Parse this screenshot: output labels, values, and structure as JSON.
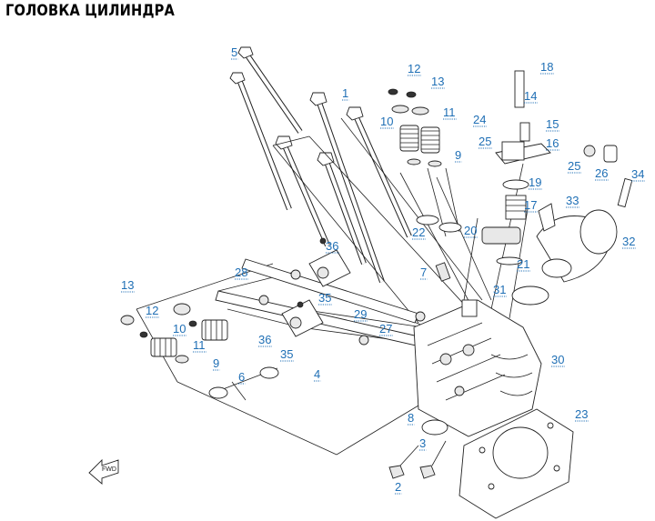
{
  "title": "ГОЛОВКА ЦИЛИНДРА",
  "callouts": [
    {
      "id": "c5",
      "text": "5"
    },
    {
      "id": "c1",
      "text": "1"
    },
    {
      "id": "c12a",
      "text": "12"
    },
    {
      "id": "c13a",
      "text": "13"
    },
    {
      "id": "c10a",
      "text": "10"
    },
    {
      "id": "c11a",
      "text": "11"
    },
    {
      "id": "c9a",
      "text": "9"
    },
    {
      "id": "c18",
      "text": "18"
    },
    {
      "id": "c14",
      "text": "14"
    },
    {
      "id": "c24",
      "text": "24"
    },
    {
      "id": "c15",
      "text": "15"
    },
    {
      "id": "c25a",
      "text": "25"
    },
    {
      "id": "c16",
      "text": "16"
    },
    {
      "id": "c25b",
      "text": "25"
    },
    {
      "id": "c26",
      "text": "26"
    },
    {
      "id": "c34",
      "text": "34"
    },
    {
      "id": "c19",
      "text": "19"
    },
    {
      "id": "c17",
      "text": "17"
    },
    {
      "id": "c33",
      "text": "33"
    },
    {
      "id": "c22",
      "text": "22"
    },
    {
      "id": "c20",
      "text": "20"
    },
    {
      "id": "c32",
      "text": "32"
    },
    {
      "id": "c36a",
      "text": "36"
    },
    {
      "id": "c28",
      "text": "28"
    },
    {
      "id": "c7",
      "text": "7"
    },
    {
      "id": "c21",
      "text": "21"
    },
    {
      "id": "c13b",
      "text": "13"
    },
    {
      "id": "c35a",
      "text": "35"
    },
    {
      "id": "c31",
      "text": "31"
    },
    {
      "id": "c12b",
      "text": "12"
    },
    {
      "id": "c29",
      "text": "29"
    },
    {
      "id": "c10b",
      "text": "10"
    },
    {
      "id": "c27",
      "text": "27"
    },
    {
      "id": "c11b",
      "text": "11"
    },
    {
      "id": "c36b",
      "text": "36"
    },
    {
      "id": "c35b",
      "text": "35"
    },
    {
      "id": "c9b",
      "text": "9"
    },
    {
      "id": "c30",
      "text": "30"
    },
    {
      "id": "c4",
      "text": "4"
    },
    {
      "id": "c6",
      "text": "6"
    },
    {
      "id": "c23",
      "text": "23"
    },
    {
      "id": "c8",
      "text": "8"
    },
    {
      "id": "c3",
      "text": "3"
    },
    {
      "id": "c2",
      "text": "2"
    }
  ]
}
